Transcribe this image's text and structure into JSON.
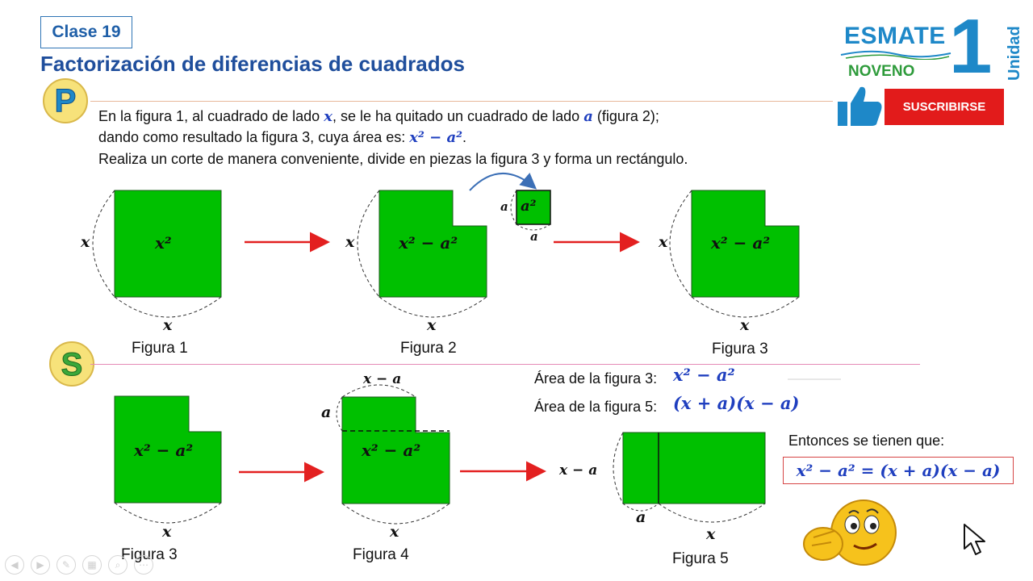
{
  "header": {
    "class_label": "Clase 19",
    "title": "Factorización de diferencias de cuadrados"
  },
  "logo": {
    "brand": "ESMATE",
    "grade": "NOVENO",
    "unit_number": "1",
    "unit_label": "Unidad"
  },
  "subscribe_label": "SUSCRIBIRSE",
  "problem": {
    "badge": "P",
    "line1_a": "En la figura 1, al cuadrado de lado ",
    "line1_var1": "x",
    "line1_b": ", se le ha quitado un cuadrado de lado ",
    "line1_var2": "a",
    "line1_c": " (figura 2);",
    "line2_a": "dando como resultado la figura 3, cuya área es: ",
    "line2_expr": "x² − a²",
    "line2_b": ".",
    "line3": "Realiza un corte de manera conveniente, divide en piezas la figura 3 y forma un rectángulo."
  },
  "solution_badge": "S",
  "figures": {
    "fig1": {
      "caption": "Figura 1",
      "area": "x²",
      "side_left": "x",
      "side_bottom": "x"
    },
    "fig2": {
      "caption": "Figura 2",
      "area": "x² − a²",
      "side_left": "x",
      "side_bottom": "x",
      "small_area": "a²",
      "small_left": "a",
      "small_bottom": "a"
    },
    "fig3": {
      "caption": "Figura 3",
      "area": "x² − a²",
      "side_left": "x",
      "side_bottom": "x"
    },
    "fig3b": {
      "caption": "Figura 3",
      "area": "x² − a²",
      "side_bottom": "x"
    },
    "fig4": {
      "caption": "Figura 4",
      "area": "x² − a²",
      "top": "x − a",
      "left": "a",
      "side_bottom": "x"
    },
    "fig5": {
      "caption": "Figura 5",
      "left": "x − a",
      "bottom_small": "a",
      "bottom_big": "x"
    }
  },
  "areas": {
    "fig3_label": "Área de la figura 3:",
    "fig3_expr": "x² − a²",
    "fig5_label": "Área de la figura 5:",
    "fig5_expr": "(x + a)(x − a)"
  },
  "conclusion": {
    "label": "Entonces se tienen que:",
    "result": "x² − a² = (x + a)(x − a)"
  },
  "colors": {
    "shape_fill": "#00c000",
    "arrow": "#e32020",
    "title": "#1f4e9c",
    "math_blue": "#1f3fbf"
  }
}
